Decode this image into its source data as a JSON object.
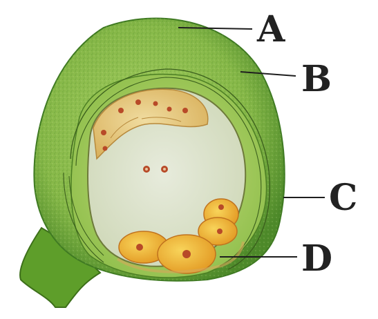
{
  "labels": {
    "a": "A",
    "b": "B",
    "c": "C",
    "d": "D"
  },
  "colors": {
    "outer_integument": "#8fbd4c",
    "outer_integument_dark": "#4f8a28",
    "inner_integument": "#a9cc5a",
    "nucellus": "#b7d46a",
    "embryo_sac": "#dde3cf",
    "cell_yellow": "#f2c23a",
    "cell_orange": "#e79a28",
    "nucleus": "#b84a28",
    "stalk": "#5e9e2a"
  }
}
